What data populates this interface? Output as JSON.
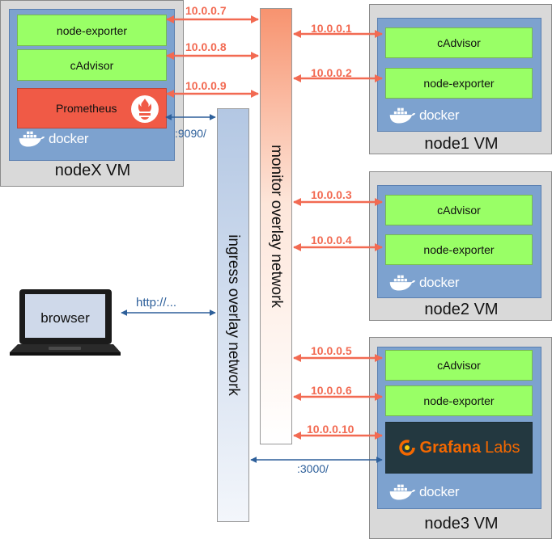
{
  "nodeX": {
    "label": "nodeX VM",
    "services": [
      "node-exporter",
      "cAdvisor"
    ],
    "prometheus": "Prometheus",
    "docker": "docker",
    "ips": [
      "10.0.0.7",
      "10.0.0.8",
      "10.0.0.9"
    ],
    "port": ":9090/"
  },
  "nodes": [
    {
      "label": "node1 VM",
      "services": [
        "cAdvisor",
        "node-exporter"
      ],
      "ips": [
        "10.0.0.1",
        "10.0.0.2"
      ],
      "docker": "docker"
    },
    {
      "label": "node2 VM",
      "services": [
        "cAdvisor",
        "node-exporter"
      ],
      "ips": [
        "10.0.0.3",
        "10.0.0.4"
      ],
      "docker": "docker"
    },
    {
      "label": "node3 VM",
      "services": [
        "cAdvisor",
        "node-exporter"
      ],
      "ips": [
        "10.0.0.5",
        "10.0.0.6",
        "10.0.0.10"
      ],
      "docker": "docker",
      "grafana_a": "Grafana",
      "grafana_b": "Labs",
      "port": ":3000/"
    }
  ],
  "networks": {
    "monitor": "monitor overlay network",
    "ingress": "ingress overlay network"
  },
  "browser": {
    "label": "browser",
    "link": "http://..."
  },
  "colors": {
    "service": "#99ff66",
    "prometheus": "#f05a46",
    "docker_area": "#7da2cf",
    "vm": "#d9d9d9",
    "ip_arrow": "#f26a52",
    "port_arrow": "#2d5f9a",
    "grafana_bg": "#233840",
    "grafana_accent": "#f46800"
  },
  "icons": [
    "docker-whale-icon",
    "prometheus-torch-icon",
    "grafana-logo-icon",
    "laptop-icon"
  ]
}
